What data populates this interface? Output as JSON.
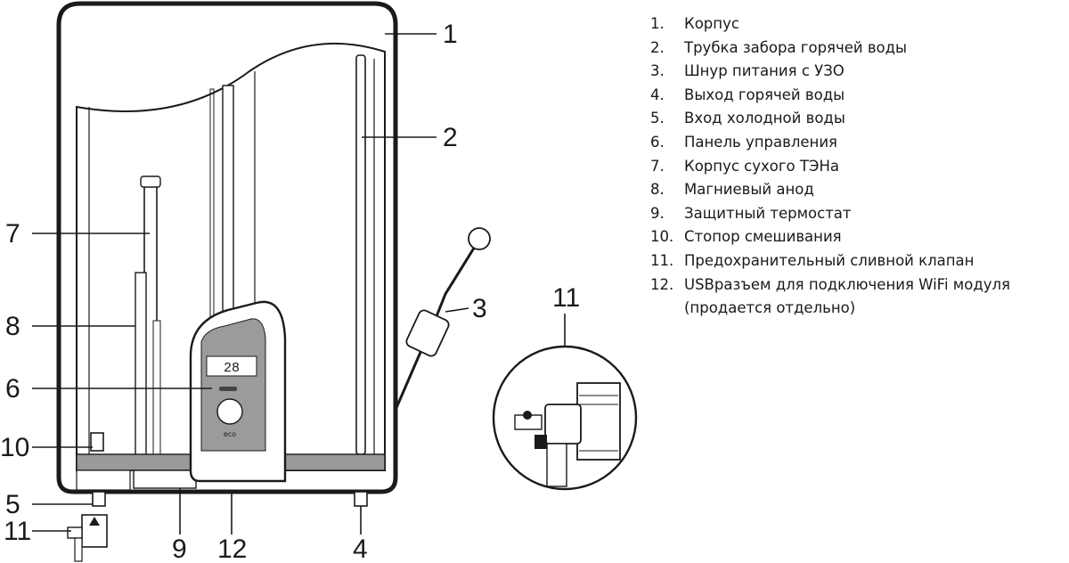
{
  "callouts": [
    "1",
    "2",
    "3",
    "4",
    "5",
    "6",
    "7",
    "8",
    "9",
    "10",
    "11",
    "12"
  ],
  "detail_label": "11",
  "display_reading": "28",
  "panel_logo": "eco",
  "legend": [
    {
      "num": "1.",
      "text": "Корпус"
    },
    {
      "num": "2.",
      "text": "Трубка забора горячей воды"
    },
    {
      "num": "3.",
      "text": "Шнур питания с УЗО"
    },
    {
      "num": "4.",
      "text": "Выход горячей воды"
    },
    {
      "num": "5.",
      "text": "Вход холодной воды"
    },
    {
      "num": "6.",
      "text": "Панель управления"
    },
    {
      "num": "7.",
      "text": "Корпус сухого ТЭНа"
    },
    {
      "num": "8.",
      "text": "Магниевый анод"
    },
    {
      "num": "9.",
      "text": "Защитный термостат"
    },
    {
      "num": "10.",
      "text": "Стопор смешивания"
    },
    {
      "num": "11.",
      "text": "Предохранительный сливной клапан"
    },
    {
      "num": "12.",
      "text": "USBразъем для подключения WiFi модуля (продается отдельно)"
    }
  ]
}
